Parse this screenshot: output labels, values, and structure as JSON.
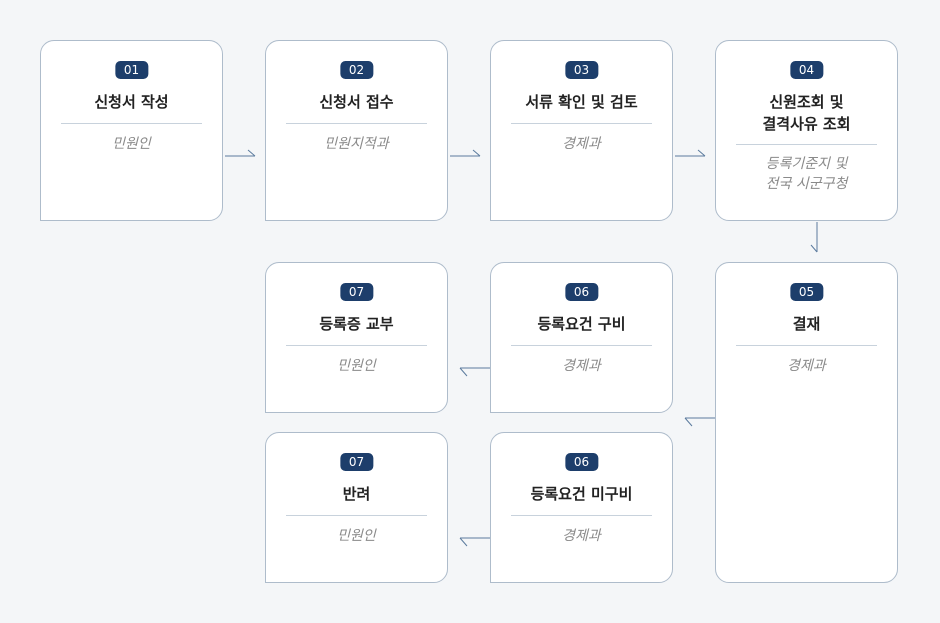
{
  "steps": [
    {
      "num": "01",
      "title": "신청서 작성",
      "sub": "민원인"
    },
    {
      "num": "02",
      "title": "신청서 접수",
      "sub": "민원지적과"
    },
    {
      "num": "03",
      "title": "서류 확인 및 검토",
      "sub": "경제과"
    },
    {
      "num": "04",
      "title": "신원조회 및\n결격사유 조회",
      "sub": "등록기준지 및\n전국 시군구청"
    },
    {
      "num": "05",
      "title": "결재",
      "sub": "경제과"
    },
    {
      "num": "06",
      "title": "등록요건 구비",
      "sub": "경제과"
    },
    {
      "num": "07",
      "title": "등록증 교부",
      "sub": "민원인"
    },
    {
      "num": "06",
      "title": "등록요건 미구비",
      "sub": "경제과"
    },
    {
      "num": "07",
      "title": "반려",
      "sub": "민원인"
    }
  ]
}
